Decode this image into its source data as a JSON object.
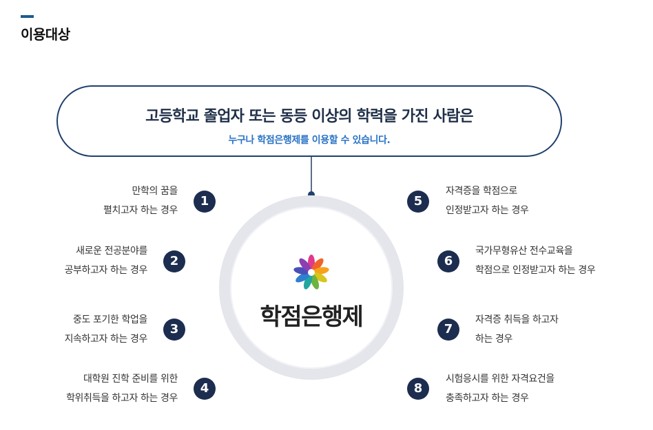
{
  "section": {
    "title": "이용대상"
  },
  "headline": {
    "main": "고등학교 졸업자 또는 동등 이상의 학력을 가진 사람은",
    "sub": "누구나 학점은행제를 이용할 수 있습니다."
  },
  "center": {
    "name": "학점은행제"
  },
  "colors": {
    "accent": "#1c5a8d",
    "badge": "#1c2d4f",
    "sub_text": "#2a73c5"
  },
  "cases": [
    {
      "number": "1",
      "line1": "만학의 꿈을",
      "line2": "펼치고자 하는 경우"
    },
    {
      "number": "2",
      "line1": "새로운 전공분야를",
      "line2": "공부하고자 하는 경우"
    },
    {
      "number": "3",
      "line1": "중도 포기한 학업을",
      "line2": "지속하고자 하는 경우"
    },
    {
      "number": "4",
      "line1": "대학원 진학 준비를 위한",
      "line2": "학위취득을 하고자 하는 경우"
    },
    {
      "number": "5",
      "line1": "자격증을 학점으로",
      "line2": "인정받고자 하는 경우"
    },
    {
      "number": "6",
      "line1": "국가무형유산 전수교육을",
      "line2": "학점으로 인정받고자 하는 경우"
    },
    {
      "number": "7",
      "line1": "자격증 취득을 하고자",
      "line2": "하는 경우"
    },
    {
      "number": "8",
      "line1": "시험응시를 위한 자격요건을",
      "line2": "충족하고자 하는 경우"
    }
  ]
}
